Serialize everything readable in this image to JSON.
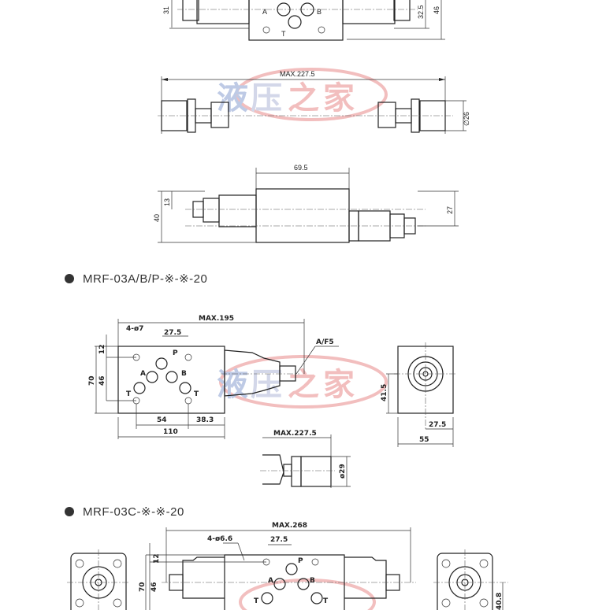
{
  "watermark": {
    "text": "液压之家",
    "chars": [
      "液",
      "压",
      "之",
      "家"
    ],
    "colors": {
      "blue": "#8a9fd0",
      "red": "#e88a8a"
    }
  },
  "drawing_top": {
    "dims": {
      "h31": "31",
      "h32_5": "32.5",
      "h46": "46"
    },
    "ports": {
      "a": "A",
      "b": "B",
      "t": "T"
    }
  },
  "drawing_plan": {
    "max_len": "MAX.227.5",
    "dia": "∅26"
  },
  "drawing_side": {
    "len": "69.5",
    "h40": "40",
    "h13": "13",
    "h27": "27"
  },
  "sections": [
    {
      "title": "MRF-03A/B/P-※-※-20"
    },
    {
      "title": "MRF-03C-※-※-20"
    }
  ],
  "drawing_mrf_ab": {
    "max_len": "MAX.195",
    "holes": "4-ø7",
    "pitch": "27.5",
    "af": "A/F5",
    "h70": "70",
    "h46": "46",
    "h12": "12",
    "w54": "54",
    "w38_3": "38.3",
    "w110": "110",
    "ports": {
      "p": "P",
      "a": "A",
      "b": "B",
      "t1": "T",
      "t2": "T"
    },
    "side": {
      "h41_5": "41.5",
      "w27_5": "27.5",
      "w55": "55"
    },
    "knob": {
      "max_len": "MAX.227.5",
      "dia": "ø29"
    }
  },
  "drawing_mrf_c": {
    "max_len": "MAX.268",
    "holes": "4-ø6.6",
    "pitch": "27.5",
    "h12": "12",
    "h70": "70",
    "h46": "46",
    "h40_8": "40.8",
    "ports": {
      "p": "P",
      "a": "A",
      "b": "B",
      "t1": "T",
      "t2": "T"
    }
  }
}
